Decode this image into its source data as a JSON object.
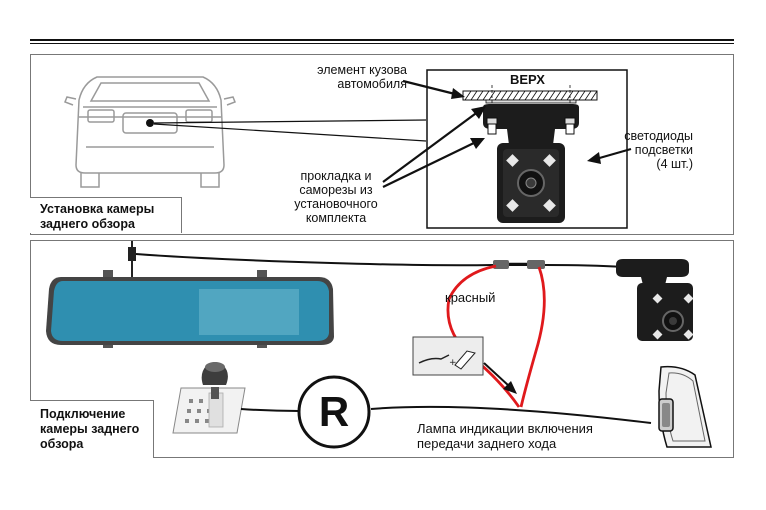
{
  "install": {
    "caption_line1": "Установка камеры",
    "caption_line2": "заднего обзора",
    "body_element_line1": "элемент кузова",
    "body_element_line2": "автомобиля",
    "top_label": "ВЕРХ",
    "led_line1": "светодиоды",
    "led_line2": "подсветки",
    "led_line3": "(4 шт.)",
    "gasket_line1": "прокладка и",
    "gasket_line2": "саморезы из",
    "gasket_line3": "установочного",
    "gasket_line4": "комплекта"
  },
  "connect": {
    "caption_line1": "Подключение",
    "caption_line2": "камеры заднего",
    "caption_line3": "обзора",
    "red_wire_label": "красный",
    "reverse_symbol": "R",
    "lamp_line1": "Лампа индикации включения",
    "lamp_line2": "передачи заднего хода"
  },
  "colors": {
    "line": "#111111",
    "red_wire": "#e0191c",
    "mirror_screen": "#2f8fb0",
    "camera_body": "#1c1c1c"
  }
}
